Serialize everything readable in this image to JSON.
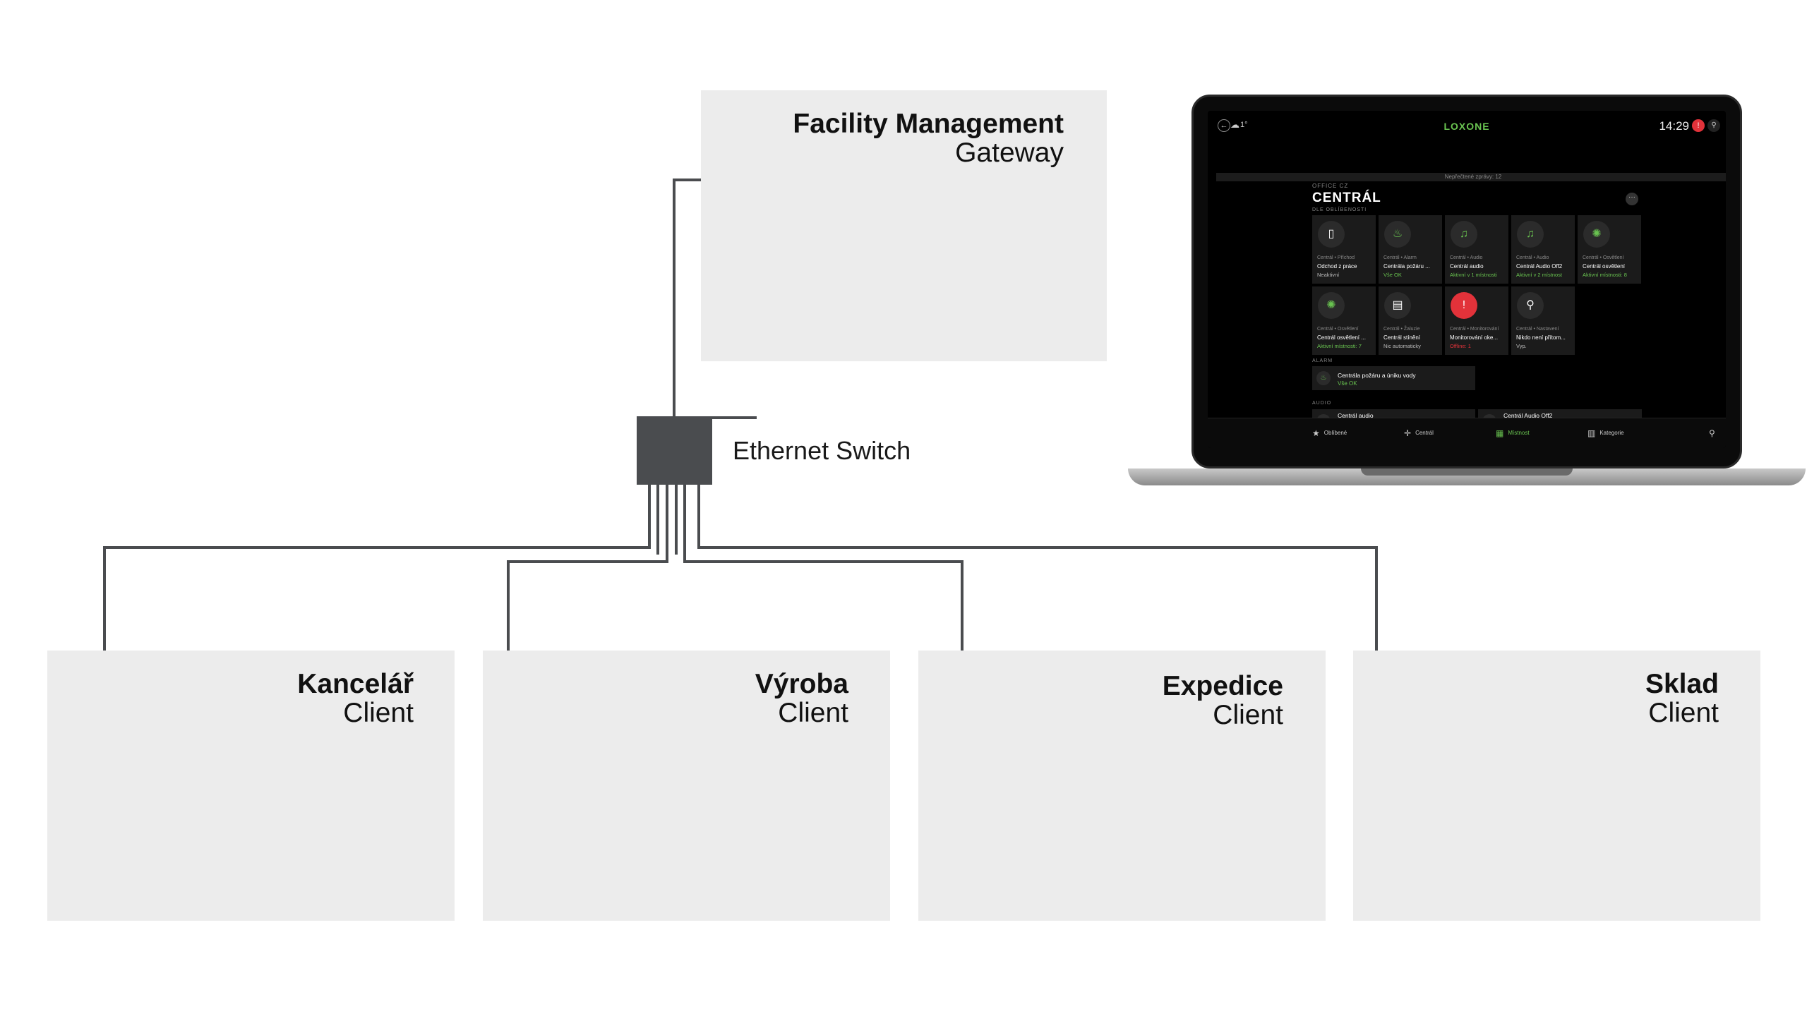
{
  "diagram": {
    "gateway": {
      "title": "Facility Management",
      "subtitle": "Gateway"
    },
    "switch_label": "Ethernet Switch",
    "clients": [
      {
        "title": "Kancelář",
        "subtitle": "Client"
      },
      {
        "title": "Výroba",
        "subtitle": "Client"
      },
      {
        "title": "Expedice",
        "subtitle": "Client"
      },
      {
        "title": "Sklad",
        "subtitle": "Client"
      }
    ],
    "colors": {
      "panel": "#ececec",
      "miniserver": "#6cc24a",
      "extension": "#111111",
      "cable": "#4a4c4f",
      "orange": "#f57c00",
      "blue": "#2f6fbf",
      "terminal": "#e2323a"
    }
  },
  "app": {
    "brand": "LOXONE",
    "clock": "14:29",
    "temp": "1°",
    "notification": "Nepřečtené zprávy: 12",
    "location": "OFFICE CZ",
    "page_title": "CENTRÁL",
    "section_favorites": "DLE OBLÍBENOSTI",
    "section_alarm": "ALARM",
    "section_audio": "AUDIO",
    "tiles": [
      {
        "icon": "door-icon",
        "glyph": "▯",
        "cat": "Centrál • Příchod",
        "name": "Odchod z práce",
        "status": "Neaktivní",
        "status_color": "#bbbbbb"
      },
      {
        "icon": "flame-icon",
        "glyph": "♨",
        "cat": "Centrál • Alarm",
        "name": "Centrála požáru ...",
        "status": "Vše OK",
        "status_color": "#69c350"
      },
      {
        "icon": "music-icon",
        "glyph": "♫",
        "cat": "Centrál • Audio",
        "name": "Centrál audio",
        "status": "Aktivní v 1 místnosti",
        "status_color": "#69c350"
      },
      {
        "icon": "music-icon",
        "glyph": "♫",
        "cat": "Centrál • Audio",
        "name": "Centrál Audio Off2",
        "status": "Aktivní v 2 místnost",
        "status_color": "#69c350"
      },
      {
        "icon": "light-icon",
        "glyph": "✺",
        "cat": "Centrál • Osvětlení",
        "name": "Centrál osvětlení",
        "status": "Aktivní místnosti: 8",
        "status_color": "#69c350"
      },
      {
        "icon": "light-icon",
        "glyph": "✺",
        "cat": "Centrál • Osvětlení",
        "name": "Centrál osvětlení ...",
        "status": "Aktivní místnosti: 7",
        "status_color": "#69c350"
      },
      {
        "icon": "blinds-icon",
        "glyph": "▤",
        "cat": "Centrál • Žaluzie",
        "name": "Centrál stínění",
        "status": "Nic automaticky",
        "status_color": "#bbbbbb"
      },
      {
        "icon": "warning-icon",
        "glyph": "!",
        "cat": "Centrál • Monitorování",
        "name": "Monitorování oke...",
        "status": "Offline: 1",
        "status_color": "#e2323a"
      },
      {
        "icon": "presence-icon",
        "glyph": "⚲",
        "cat": "Centrál • Nastavení",
        "name": "Nikdo není přítom...",
        "status": "Vyp.",
        "status_color": "#bbbbbb"
      }
    ],
    "alarm_item": {
      "name": "Centrála požáru a úniku vody",
      "status": "Vše OK"
    },
    "audio_items": [
      {
        "name": "Centrál audio"
      },
      {
        "name": "Centrál Audio Off2"
      }
    ],
    "tabs": [
      {
        "icon": "star-icon",
        "glyph": "★",
        "label": "Oblíbené"
      },
      {
        "icon": "central-icon",
        "glyph": "✛",
        "label": "Centrál"
      },
      {
        "icon": "rooms-icon",
        "glyph": "▦",
        "label": "Místnost"
      },
      {
        "icon": "category-icon",
        "glyph": "▥",
        "label": "Kategorie"
      }
    ]
  }
}
